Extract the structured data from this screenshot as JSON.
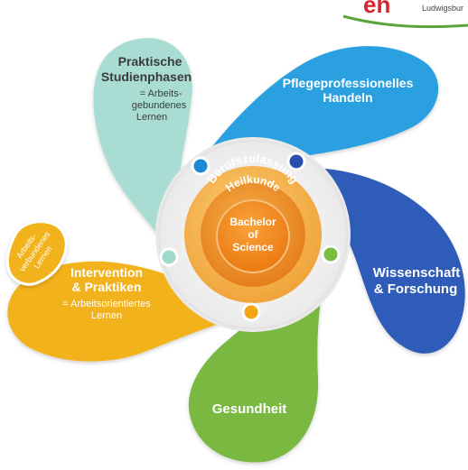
{
  "logo": {
    "mark": "eh",
    "city": "Ludwigsbur",
    "accent_red": "#d8262e",
    "accent_green": "#5aa53b"
  },
  "center": {
    "arc_text": "Berufszulassung",
    "ring_text": "Heilkunde",
    "core_line1": "Bachelor",
    "core_line2": "of",
    "core_line3": "Science"
  },
  "petals": {
    "praktische": {
      "title_line1": "Praktische",
      "title_line2": "Studienphasen",
      "sub_line1": "= Arbeits-",
      "sub_line2": "gebundenes",
      "sub_line3": "Lernen",
      "color": "#a9ddd4"
    },
    "pflege": {
      "title_line1": "Pflegeprofessionelles",
      "title_line2": "Handeln",
      "color": "#2aa0e0"
    },
    "wissenschaft": {
      "title_line1": "Wissenschaft",
      "title_line2": "& Forschung",
      "color": "#2e5bb8"
    },
    "gesundheit": {
      "title": "Gesundheit",
      "color": "#79b942"
    },
    "intervention": {
      "title_line1": "Intervention",
      "title_line2": "& Praktiken",
      "sub_line1": "= Arbeitsorientiertes",
      "sub_line2": "Lernen",
      "color": "#f2b21e"
    }
  },
  "side_bubble": {
    "line1": "Arbeits-",
    "line2": "verbundenes",
    "line3": "Lernen"
  },
  "dots": {
    "blue_light": "#1e88d6",
    "blue_dark": "#2a4fb0",
    "green": "#78bd3f",
    "orange": "#f2a614",
    "mint": "#9fd8cc"
  }
}
